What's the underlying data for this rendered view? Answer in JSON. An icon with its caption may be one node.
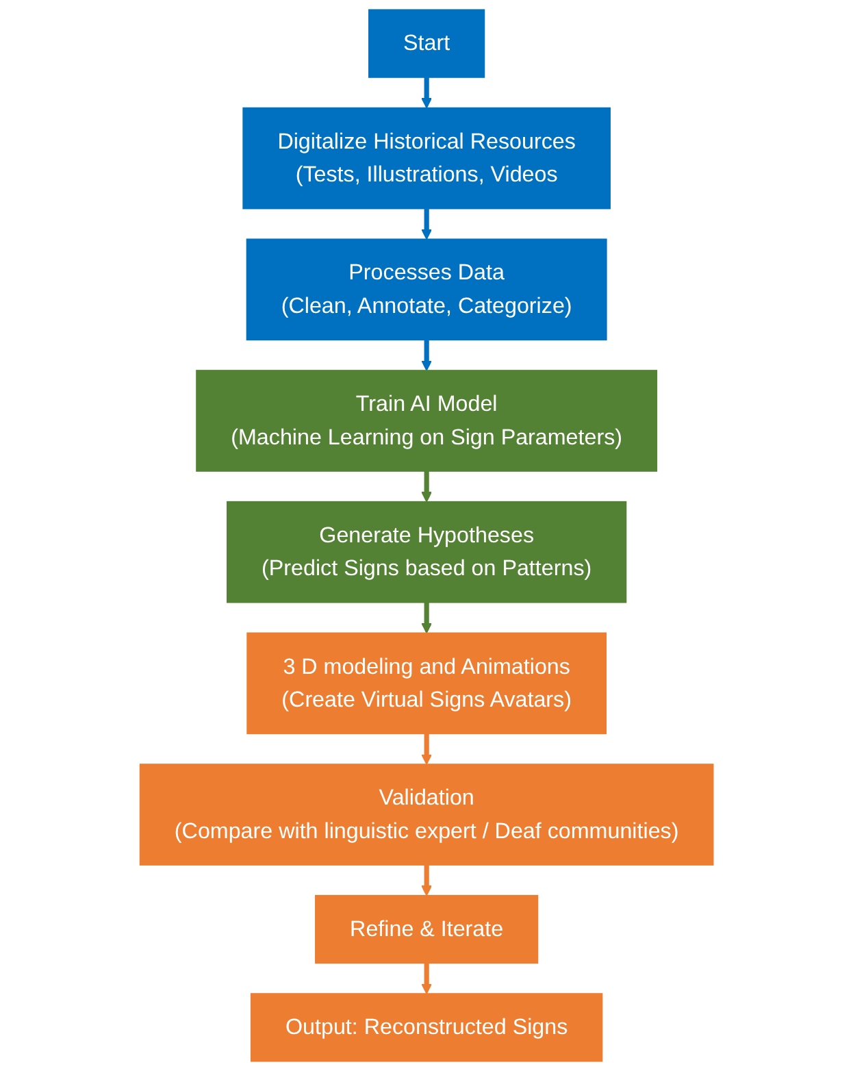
{
  "diagram": {
    "nodes": [
      {
        "text": [
          "Start"
        ]
      },
      {
        "text": [
          "Digitalize Historical Resources",
          "(Tests, Illustrations, Videos"
        ]
      },
      {
        "text": [
          "Processes Data",
          "(Clean, Annotate, Categorize)"
        ]
      },
      {
        "text": [
          "Train AI Model",
          "(Machine Learning on Sign Parameters)"
        ]
      },
      {
        "text": [
          "Generate Hypotheses",
          "(Predict Signs based on Patterns)"
        ]
      },
      {
        "text": [
          "3 D modeling and Animations",
          "(Create Virtual Signs Avatars)"
        ]
      },
      {
        "text": [
          "Validation",
          "(Compare with linguistic expert / Deaf communities)"
        ]
      },
      {
        "text": [
          "Refine & Iterate"
        ]
      },
      {
        "text": [
          "Output: Reconstructed Signs"
        ]
      }
    ],
    "edges": [
      {
        "from": 0,
        "to": 1,
        "arrow": "to",
        "color": "#0070c0"
      },
      {
        "from": 1,
        "to": 2,
        "arrow": "to",
        "color": "#0070c0"
      },
      {
        "from": 2,
        "to": 3,
        "arrow": "to",
        "color": "#0070c0"
      },
      {
        "from": 3,
        "to": 4,
        "arrow": "to",
        "color": "#548235"
      },
      {
        "from": 4,
        "to": 5,
        "arrow": "to",
        "color": "#548235"
      },
      {
        "from": 5,
        "to": 6,
        "arrow": "to",
        "color": "#ed7d31"
      },
      {
        "from": 6,
        "to": 7,
        "arrow": "to",
        "color": "#ed7d31"
      },
      {
        "from": 7,
        "to": 8,
        "arrow": "to",
        "color": "#ed7d31"
      }
    ]
  }
}
